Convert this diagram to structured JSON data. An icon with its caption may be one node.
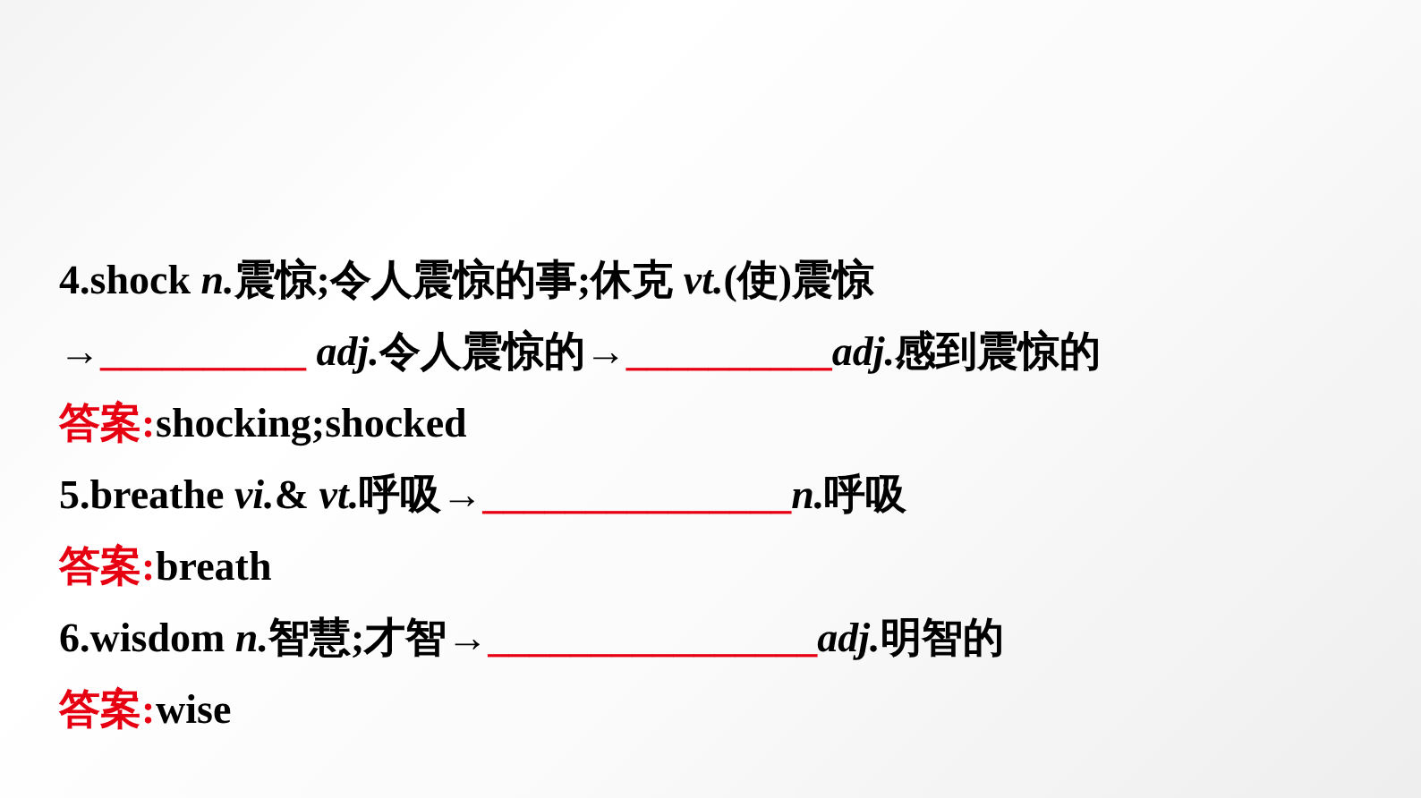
{
  "diagram": {
    "labels": [
      "4.shock n.震惊;令人震惊的事;休克 vt.(使)震惊",
      "→__________ adj.令人震惊的→__________adj.感到震惊的",
      "答案:",
      "shocking;shocked",
      "5.breathe vi.& vt.呼吸→_______________n.呼吸",
      "答案:",
      "breath",
      "6.wisdom n.智慧;才智→________________adj.明智的",
      "答案:",
      "wise"
    ]
  }
}
